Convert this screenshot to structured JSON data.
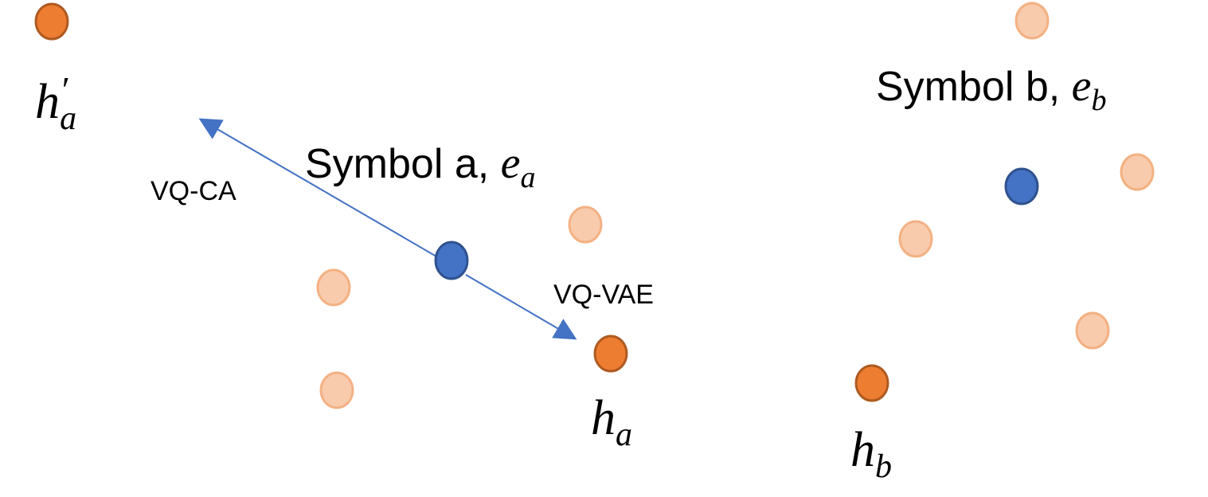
{
  "colors": {
    "background": "#ffffff",
    "vector_fill": "#4472c4",
    "vector_stroke": "#2f528f",
    "target_fill": "#ed7d31",
    "target_stroke": "#ae5a21",
    "other_fill": "#f8cbad",
    "other_stroke": "#f4b183",
    "arrow": "#4472c4",
    "text": "#000000"
  },
  "labels": {
    "symbol_a_text": "Symbol a, ",
    "symbol_a_math": "e",
    "symbol_a_sub": "a",
    "symbol_b_text": "Symbol b, ",
    "symbol_b_math": "e",
    "symbol_b_sub": "b",
    "vq_ca": "VQ-CA",
    "vq_vae": "VQ-VAE",
    "h_a_prime_base": "h",
    "h_a_prime_mark": "′",
    "h_a_prime_sub": "a",
    "h_a_base": "h",
    "h_a_sub": "a",
    "h_b_base": "h",
    "h_b_sub": "b"
  }
}
